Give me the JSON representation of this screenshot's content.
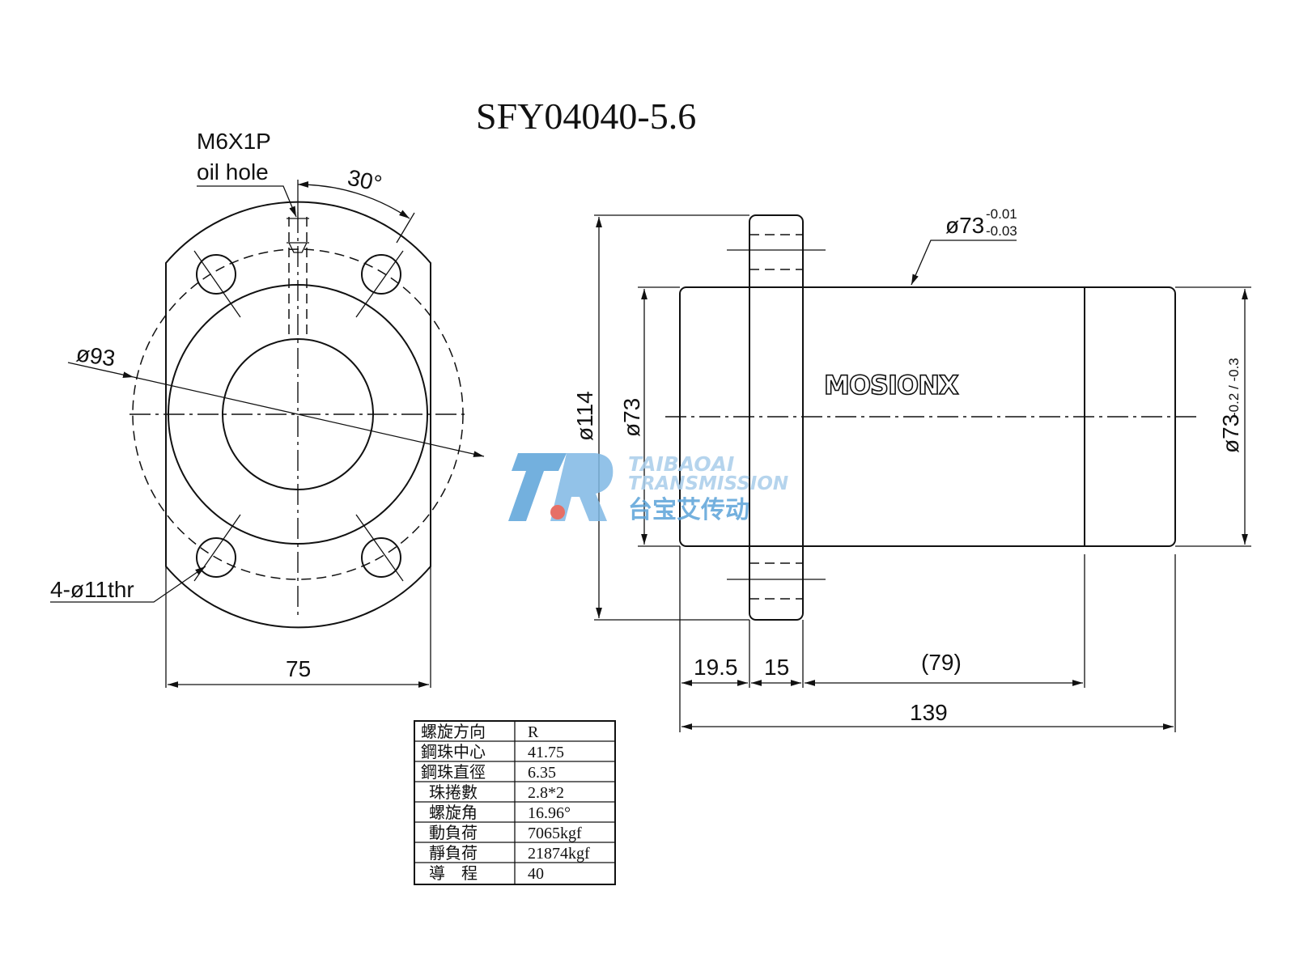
{
  "title": "SFY04040-5.6",
  "front_view": {
    "oil_hole_thread": "M6X1P",
    "oil_hole_label": "oil hole",
    "angle": "30°",
    "bolt_circle_dia": "ø93",
    "holes": "4-ø11thr",
    "width": "75"
  },
  "side_view": {
    "body_dia_tol": "ø73",
    "tol_upper": "-0.01",
    "tol_lower": "-0.03",
    "flange_dia": "ø114",
    "body_dia": "ø73",
    "right_dia": "ø73",
    "right_tol": "-0.2 / -0.3",
    "dim_1": "19.5",
    "dim_2": "15",
    "dim_3": "(79)",
    "overall_length": "139",
    "logo": "MOSIONX"
  },
  "watermark": {
    "line1": "TAIBAOAI",
    "line2": "TRANSMISSION",
    "cn": "台宝艾传动"
  },
  "spec_table": [
    {
      "label": "螺旋方向",
      "value": "R"
    },
    {
      "label": "鋼珠中心",
      "value": "41.75"
    },
    {
      "label": "鋼珠直徑",
      "value": "6.35"
    },
    {
      "label": "珠捲數",
      "value": "2.8*2"
    },
    {
      "label": "螺旋角",
      "value": "16.96°"
    },
    {
      "label": "動負荷",
      "value": "7065kgf"
    },
    {
      "label": "靜負荷",
      "value": "21874kgf"
    },
    {
      "label": "導　程",
      "value": "40"
    }
  ],
  "colors": {
    "line": "#111111",
    "watermark_blue": "#5ba3d9",
    "watermark_red": "#e2574c"
  }
}
